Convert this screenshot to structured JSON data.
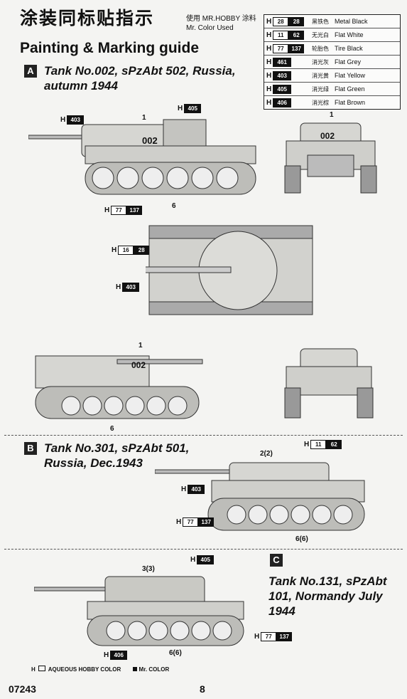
{
  "header": {
    "title_cn": "涂装同标贴指示",
    "title_en": "Painting & Marking guide",
    "used_line1": "使用 MR.HOBBY 涂料",
    "used_line2": "Mr. Color Used"
  },
  "legend": [
    {
      "h": "H",
      "hcode": "28",
      "mcode": "28",
      "cn": "黑铁色",
      "en": "Metal Black"
    },
    {
      "h": "H",
      "hcode": "11",
      "mcode": "62",
      "cn": "无光白",
      "en": "Flat White"
    },
    {
      "h": "H",
      "hcode": "77",
      "mcode": "137",
      "cn": "轮胎色",
      "en": "Tire Black"
    },
    {
      "h": "H",
      "hcode": "461",
      "mcode": "",
      "cn": "消光灰",
      "en": "Flat Grey"
    },
    {
      "h": "H",
      "hcode": "403",
      "mcode": "",
      "cn": "消光黄",
      "en": "Flat Yellow"
    },
    {
      "h": "H",
      "hcode": "405",
      "mcode": "",
      "cn": "消光绿",
      "en": "Flat Green"
    },
    {
      "h": "H",
      "hcode": "406",
      "mcode": "",
      "cn": "消光棕",
      "en": "Flat Brown"
    }
  ],
  "sections": {
    "a": {
      "badge": "A",
      "caption_line1": "Tank No.002, sPzAbt 502, Russia,",
      "caption_line2": "autumn 1944"
    },
    "b": {
      "badge": "B",
      "caption_line1": "Tank No.301, sPzAbt 501,",
      "caption_line2": "Russia, Dec.1943"
    },
    "c": {
      "badge": "C",
      "caption_line1": "Tank No.131, sPzAbt",
      "caption_line2": "101, Normandy July",
      "caption_line3": "1944"
    }
  },
  "callouts": {
    "h": "H",
    "c403": "403",
    "c405": "405",
    "c406": "406",
    "c16": "16",
    "c28": "28",
    "c11": "11",
    "c62": "62",
    "c77": "77",
    "c137": "137",
    "one": "1",
    "six": "6",
    "tank002": "002",
    "b_two": "2(2)",
    "b_six": "6(6)",
    "c_three": "3(3)",
    "c_six": "6(6)"
  },
  "footer": {
    "aqueous": "AQUEOUS HOBBY COLOR",
    "mrcolor": "Mr. COLOR",
    "code": "07243",
    "page": "8"
  }
}
